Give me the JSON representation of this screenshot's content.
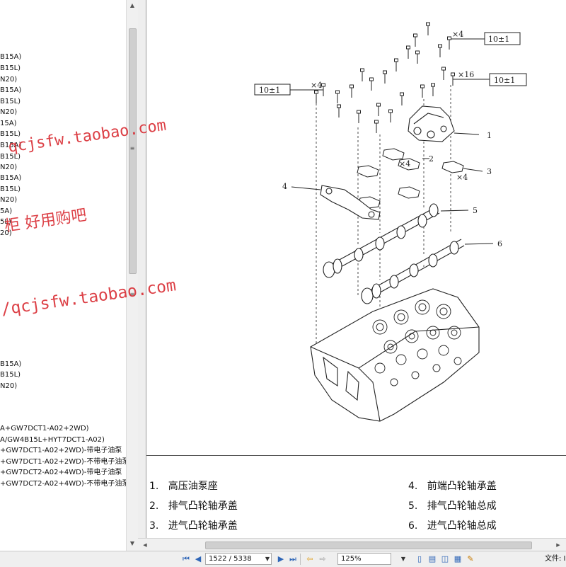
{
  "left_tree": {
    "items": [
      "B15A)",
      "B15L)",
      "N20)",
      "B15A)",
      "B15L)",
      "N20)",
      "15A)",
      "B15L)",
      "B15A)",
      "B15L)",
      "N20)",
      "B15A)",
      "B15L)",
      "N20)",
      "5A)",
      "5L)",
      "20)",
      "B15A)",
      "B15L)",
      "N20)",
      "A+GW7DCT1-A02+2WD)",
      "A/GW4B15L+HYT7DCT1-A02)",
      "+GW7DCT1-A02+2WD)-带电子油泵",
      "+GW7DCT1-A02+2WD)-不带电子油泵",
      "+GW7DCT2-A02+4WD)-带电子油泵",
      "+GW7DCT2-A02+4WD)-不带电子油泵"
    ]
  },
  "diagram": {
    "torque_label_1": "10±1",
    "torque_label_2": "10±1",
    "torque_label_3": "10±1",
    "qty_top": "×4",
    "qty_right": "×16",
    "qty_left": "×4",
    "qty_cap_2": "×4",
    "qty_cap_3": "×4",
    "callouts": [
      "1",
      "2",
      "3",
      "4",
      "5",
      "6"
    ]
  },
  "legend": [
    {
      "num": "1.",
      "text": "高压油泵座"
    },
    {
      "num": "2.",
      "text": "排气凸轮轴承盖"
    },
    {
      "num": "3.",
      "text": "进气凸轮轴承盖"
    },
    {
      "num": "4.",
      "text": "前端凸轮轴承盖"
    },
    {
      "num": "5.",
      "text": "排气凸轮轴总成"
    },
    {
      "num": "6.",
      "text": "进气凸轮轴总成"
    }
  ],
  "watermarks": {
    "line1": "qcjsfw.taobao.com",
    "line2": "柜  好用购吧",
    "line3": "/qcjsfw.taobao.com"
  },
  "toolbar": {
    "page_current": "1522 / 5338",
    "zoom": "125%",
    "file_label": "文件: I"
  },
  "icons": [
    "first-page-icon",
    "prev-page-icon",
    "next-page-icon",
    "last-page-icon",
    "back-icon",
    "forward-icon",
    "single-page-icon",
    "continuous-page-icon",
    "facing-page-icon",
    "thumbnail-icon"
  ]
}
